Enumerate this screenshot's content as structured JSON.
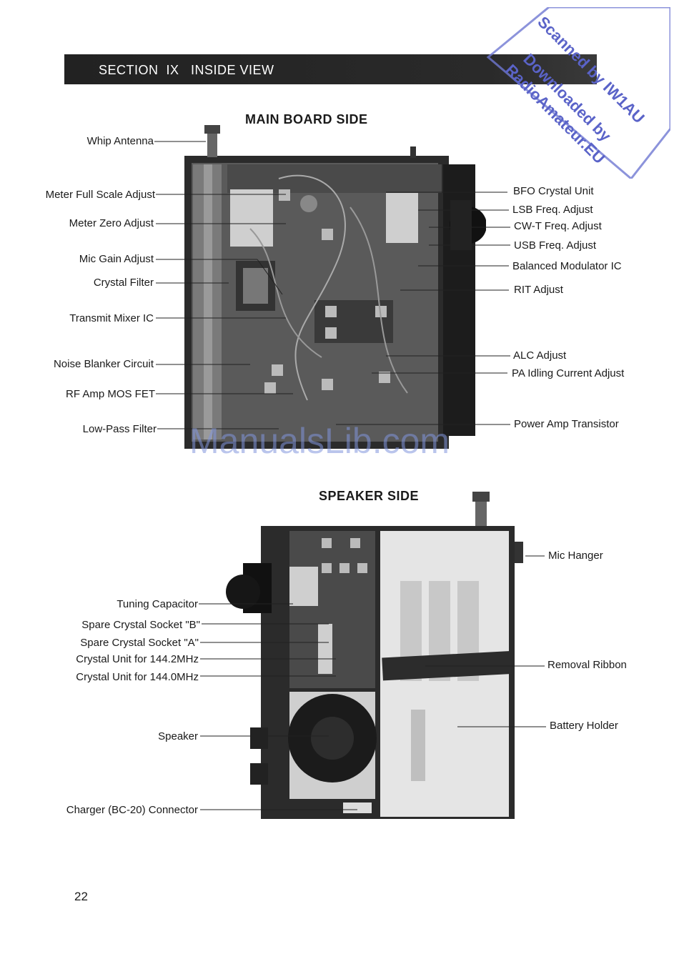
{
  "section": {
    "title": "SECTION  IX   INSIDE VIEW"
  },
  "main_board": {
    "heading": "MAIN  BOARD  SIDE",
    "left_labels": [
      "Whip Antenna",
      "Meter Full Scale Adjust",
      "Meter Zero Adjust",
      "Mic Gain Adjust",
      "Crystal Filter",
      "Transmit Mixer IC",
      "Noise Blanker Circuit",
      "RF Amp MOS FET",
      "Low-Pass Filter"
    ],
    "right_labels": [
      "BFO Crystal Unit",
      "LSB Freq. Adjust",
      "CW-T Freq. Adjust",
      "USB Freq. Adjust",
      "Balanced Modulator IC",
      "RIT Adjust",
      "ALC Adjust",
      "PA Idling Current Adjust",
      "Power Amp Transistor"
    ]
  },
  "speaker_side": {
    "heading": "SPEAKER  SIDE",
    "left_labels": [
      "Tuning Capacitor",
      "Spare Crystal Socket \"B\"",
      "Spare Crystal Socket \"A\"",
      "Crystal Unit for 144.2MHz",
      "Crystal Unit for 144.0MHz",
      "Speaker",
      "Charger (BC-20) Connector"
    ],
    "right_labels": [
      "Mic Hanger",
      "Removal Ribbon",
      "Battery Holder"
    ]
  },
  "watermark": {
    "line1": "Scanned by IW1AU",
    "line2": "Downloaded by",
    "line3": "RadioAmateur.EU",
    "site": "ManualsLib.com",
    "color": "#5a63c8"
  },
  "page_number": "22"
}
